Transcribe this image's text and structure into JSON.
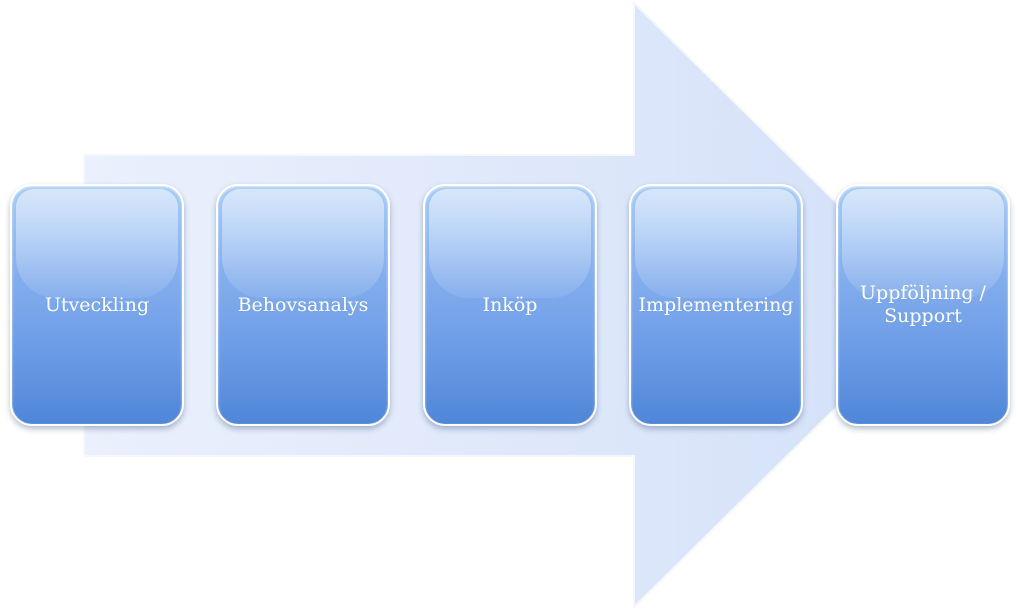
{
  "diagram": {
    "stages": [
      {
        "label": "Utveckling"
      },
      {
        "label": "Behovsanalys"
      },
      {
        "label": "Inköp"
      },
      {
        "label": "Implementering"
      },
      {
        "label": "Uppföljning /\nSupport"
      }
    ],
    "colors": {
      "arrow_fill": "#dde7fa",
      "arrow_edge": "#eef3fd",
      "box_top": "#a7cbf6",
      "box_bottom": "#4f86d8",
      "text": "#ffffff"
    }
  }
}
